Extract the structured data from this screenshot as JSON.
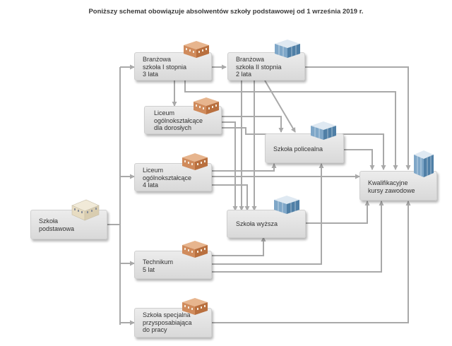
{
  "title": "Poniższy schemat obowiązuje absolwentów szkoły podstawowej od 1 września 2019 r.",
  "nodes": {
    "szkola_podstawowa": "Szkoła\npodstawowa",
    "branzowa_1": "Branżowa\nszkoła I stopnia\n3 lata",
    "branzowa_2": "Branżowa\nszkoła II stopnia\n2 lata",
    "liceum_dorosli": "Liceum\nogólnokształcące\ndla dorosłych",
    "szkola_policealna": "Szkoła policealna",
    "liceum_4": "Liceum\nogólnokształcące\n4 lata",
    "kursy": "Kwalifikacyjne\nkursy zawodowe",
    "szkola_wyzsza": "Szkoła wyższa",
    "technikum": "Technikum\n5 lat",
    "szkola_specjalna": "Szkoła specjalna\nprzysposabiająca\ndo pracy"
  },
  "colors": {
    "line": "#a9a9a9",
    "box": "#dedede",
    "brick": "#c9855a",
    "glass": "#5f8fb5"
  },
  "icons": {
    "szkola_podstawowa": "school-building-icon",
    "branzowa_1": "brick-building-icon",
    "branzowa_2": "glass-building-icon",
    "liceum_dorosli": "brick-building-icon",
    "szkola_policealna": "glass-building-icon",
    "liceum_4": "brick-building-icon",
    "kursy": "tower-building-icon",
    "szkola_wyzsza": "glass-building-icon",
    "technikum": "brick-building-icon",
    "szkola_specjalna": "brick-building-icon"
  }
}
